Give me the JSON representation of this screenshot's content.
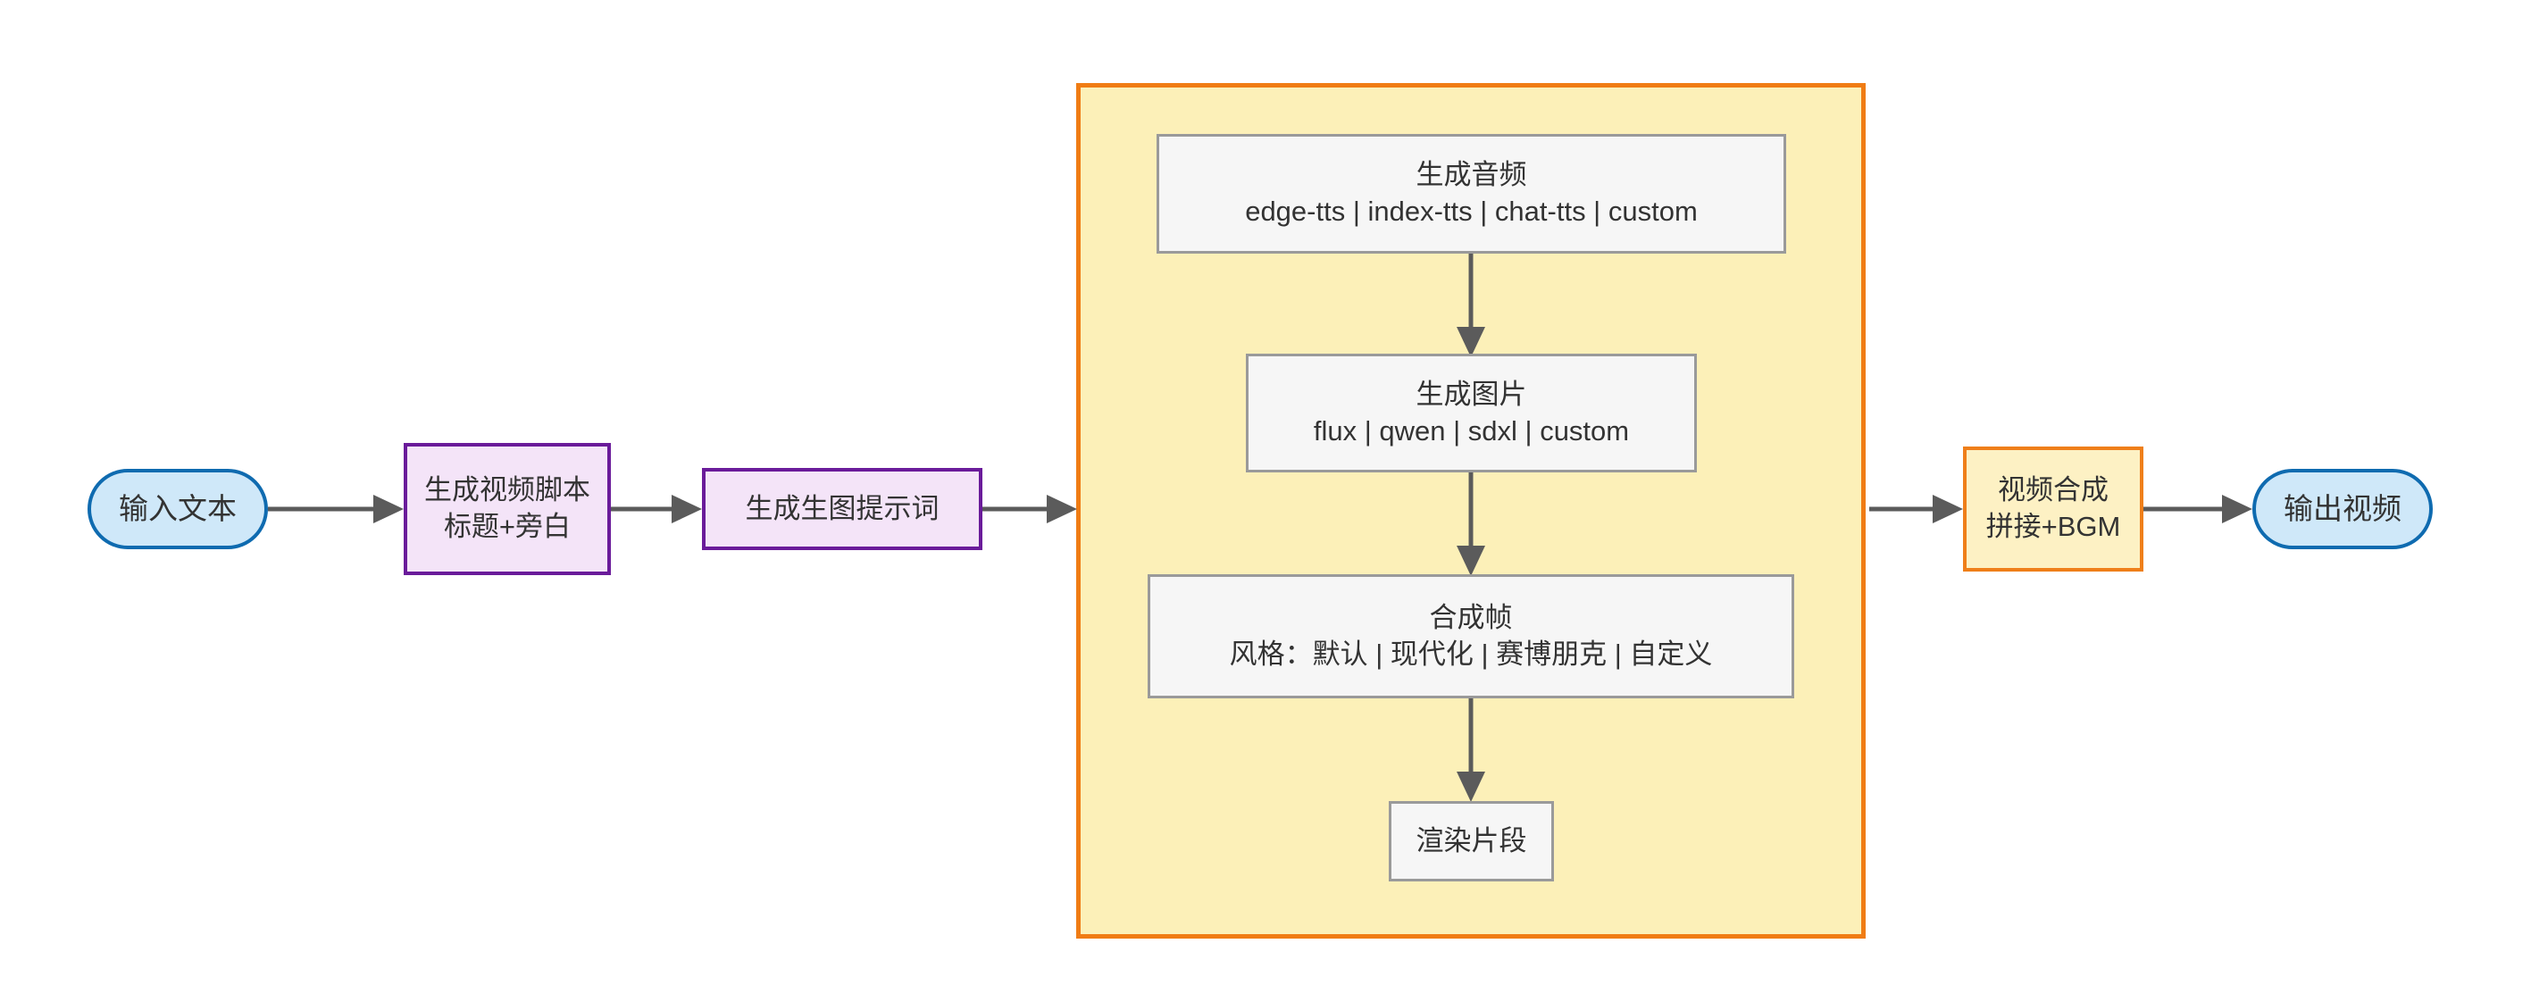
{
  "diagram": {
    "type": "flowchart",
    "direction": "left-to-right",
    "background": "#ffffff",
    "palette": {
      "stadium_fill": "#cfe8f9",
      "stadium_stroke": "#0f6bb0",
      "purple_fill": "#f4e4f8",
      "purple_stroke": "#6a1b9a",
      "orange_fill": "#fdf1c4",
      "orange_stroke": "#ef7f1a",
      "plain_fill": "#f6f6f6",
      "plain_stroke": "#9a9a9a",
      "subgraph_fill": "#fcf0b8",
      "subgraph_stroke": "#f07c14",
      "edge_color": "#5b5b5b",
      "text_color": "#333333"
    },
    "nodes": {
      "input_text": {
        "label": "输入文本",
        "shape": "stadium"
      },
      "gen_script": {
        "line1": "生成视频脚本",
        "line2": "标题+旁白",
        "shape": "rect"
      },
      "gen_prompt": {
        "label": "生成生图提示词",
        "shape": "rect"
      },
      "gen_audio": {
        "line1": "生成音频",
        "line2": "edge-tts | index-tts | chat-tts | custom",
        "shape": "rect"
      },
      "gen_image": {
        "line1": "生成图片",
        "line2": "flux | qwen | sdxl | custom",
        "shape": "rect"
      },
      "compose_frame": {
        "line1": "合成帧",
        "line2": "风格：默认 | 现代化 | 赛博朋克 | 自定义",
        "shape": "rect"
      },
      "render_clip": {
        "label": "渲染片段",
        "shape": "rect"
      },
      "video_merge": {
        "line1": "视频合成",
        "line2": "拼接+BGM",
        "shape": "rect"
      },
      "output_video": {
        "label": "输出视频",
        "shape": "stadium"
      }
    },
    "edges": [
      {
        "from": "input_text",
        "to": "gen_script"
      },
      {
        "from": "gen_script",
        "to": "gen_prompt"
      },
      {
        "from": "gen_prompt",
        "to": "per_clip_subgraph"
      },
      {
        "from": "gen_audio",
        "to": "gen_image"
      },
      {
        "from": "gen_image",
        "to": "compose_frame"
      },
      {
        "from": "compose_frame",
        "to": "render_clip"
      },
      {
        "from": "per_clip_subgraph",
        "to": "video_merge"
      },
      {
        "from": "video_merge",
        "to": "output_video"
      }
    ]
  }
}
